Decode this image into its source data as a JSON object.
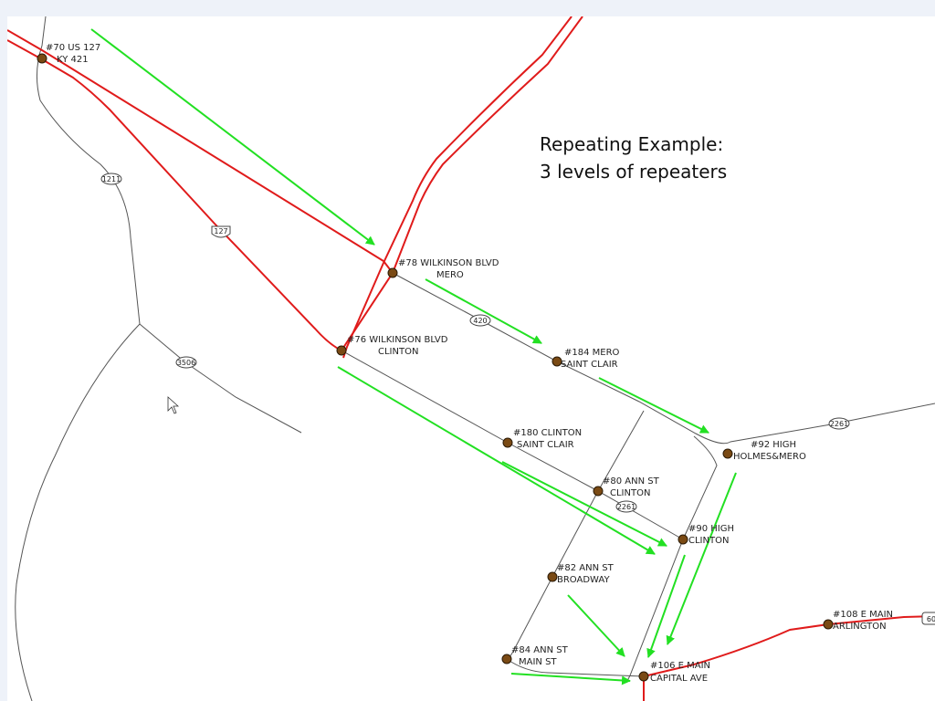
{
  "map": {
    "title_line1": "Repeating Example:",
    "title_line2": "3 levels of repeaters",
    "colors": {
      "background": "#eef2f9",
      "panel": "#ffffff",
      "highway": "#e01b1b",
      "road": "#555555",
      "arrow": "#22e022",
      "node": "#7a4a14"
    },
    "nodes": [
      {
        "id": "70",
        "line1": "#70 US 127",
        "line2": "KY 421"
      },
      {
        "id": "78",
        "line1": "#78 WILKINSON BLVD",
        "line2": "MERO"
      },
      {
        "id": "76",
        "line1": "#76 WILKINSON BLVD",
        "line2": "CLINTON"
      },
      {
        "id": "184",
        "line1": "#184 MERO",
        "line2": "SAINT CLAIR"
      },
      {
        "id": "180",
        "line1": "#180 CLINTON",
        "line2": "SAINT CLAIR"
      },
      {
        "id": "92",
        "line1": "#92 HIGH",
        "line2": "HOLMES&MERO"
      },
      {
        "id": "80",
        "line1": "#80 ANN ST",
        "line2": "CLINTON"
      },
      {
        "id": "90",
        "line1": "#90 HIGH",
        "line2": "CLINTON"
      },
      {
        "id": "82",
        "line1": "#82 ANN ST",
        "line2": "BROADWAY"
      },
      {
        "id": "84",
        "line1": "#84 ANN ST",
        "line2": "MAIN ST"
      },
      {
        "id": "106",
        "line1": "#106 E MAIN",
        "line2": "CAPITAL AVE"
      },
      {
        "id": "108",
        "line1": "#108 E MAIN",
        "line2": "ARLINGTON"
      }
    ],
    "shields": [
      "1211",
      "127",
      "420",
      "3506",
      "2261",
      "2261",
      "60"
    ]
  }
}
